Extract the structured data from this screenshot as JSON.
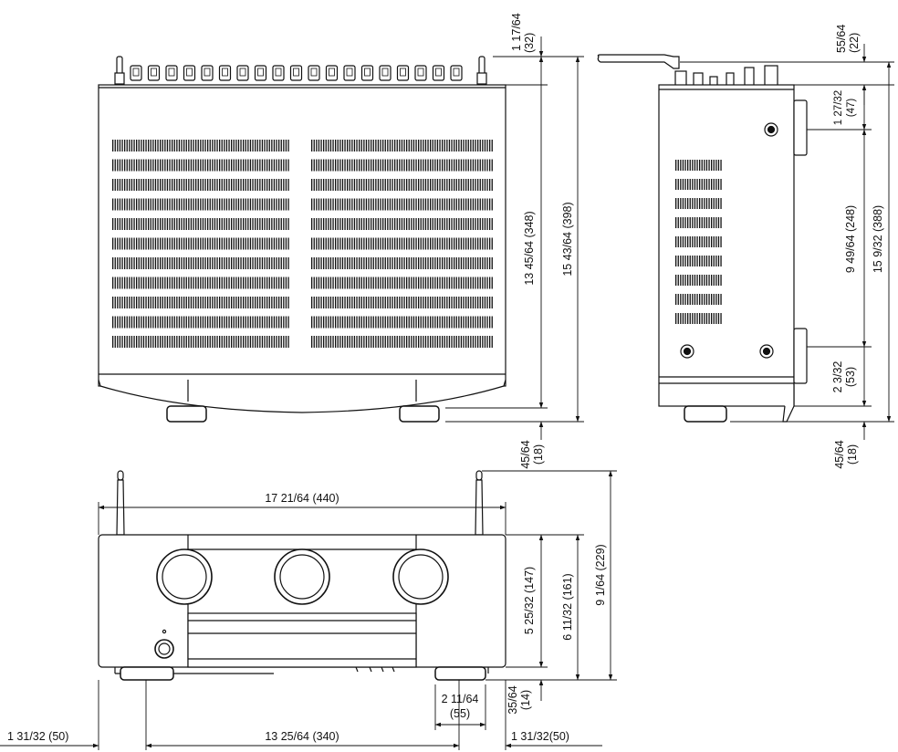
{
  "top_view": {
    "height_total": "15 43/64 (398)",
    "height_body": "13 45/64 (348)",
    "jack_protrusion": "1 17/64",
    "jack_protrusion_mm": "(32)",
    "foot_height": "45/64",
    "foot_height_mm": "(18)"
  },
  "side_view": {
    "antenna_offset": "55/64",
    "antenna_offset_mm": "(22)",
    "top_section": "1 27/32",
    "top_section_mm": "(47)",
    "middle_section": "9 49/64 (248)",
    "total_depth": "15 9/32 (388)",
    "bottom_section": "2 3/32",
    "bottom_section_mm": "(53)",
    "foot_height": "45/64",
    "foot_height_mm": "(18)"
  },
  "front_view": {
    "width": "17 21/64 (440)",
    "body_height": "5 25/32 (147)",
    "height_with_feet": "6 11/32 (161)",
    "height_with_antenna": "9 1/64 (229)",
    "foot_height": "35/64",
    "foot_height_mm": "(14)",
    "foot_width": "2 11/64",
    "foot_width_mm": "(55)",
    "left_offset": "1 31/32 (50)",
    "foot_spacing": "13 25/64 (340)",
    "right_offset": "1 31/32(50)"
  }
}
